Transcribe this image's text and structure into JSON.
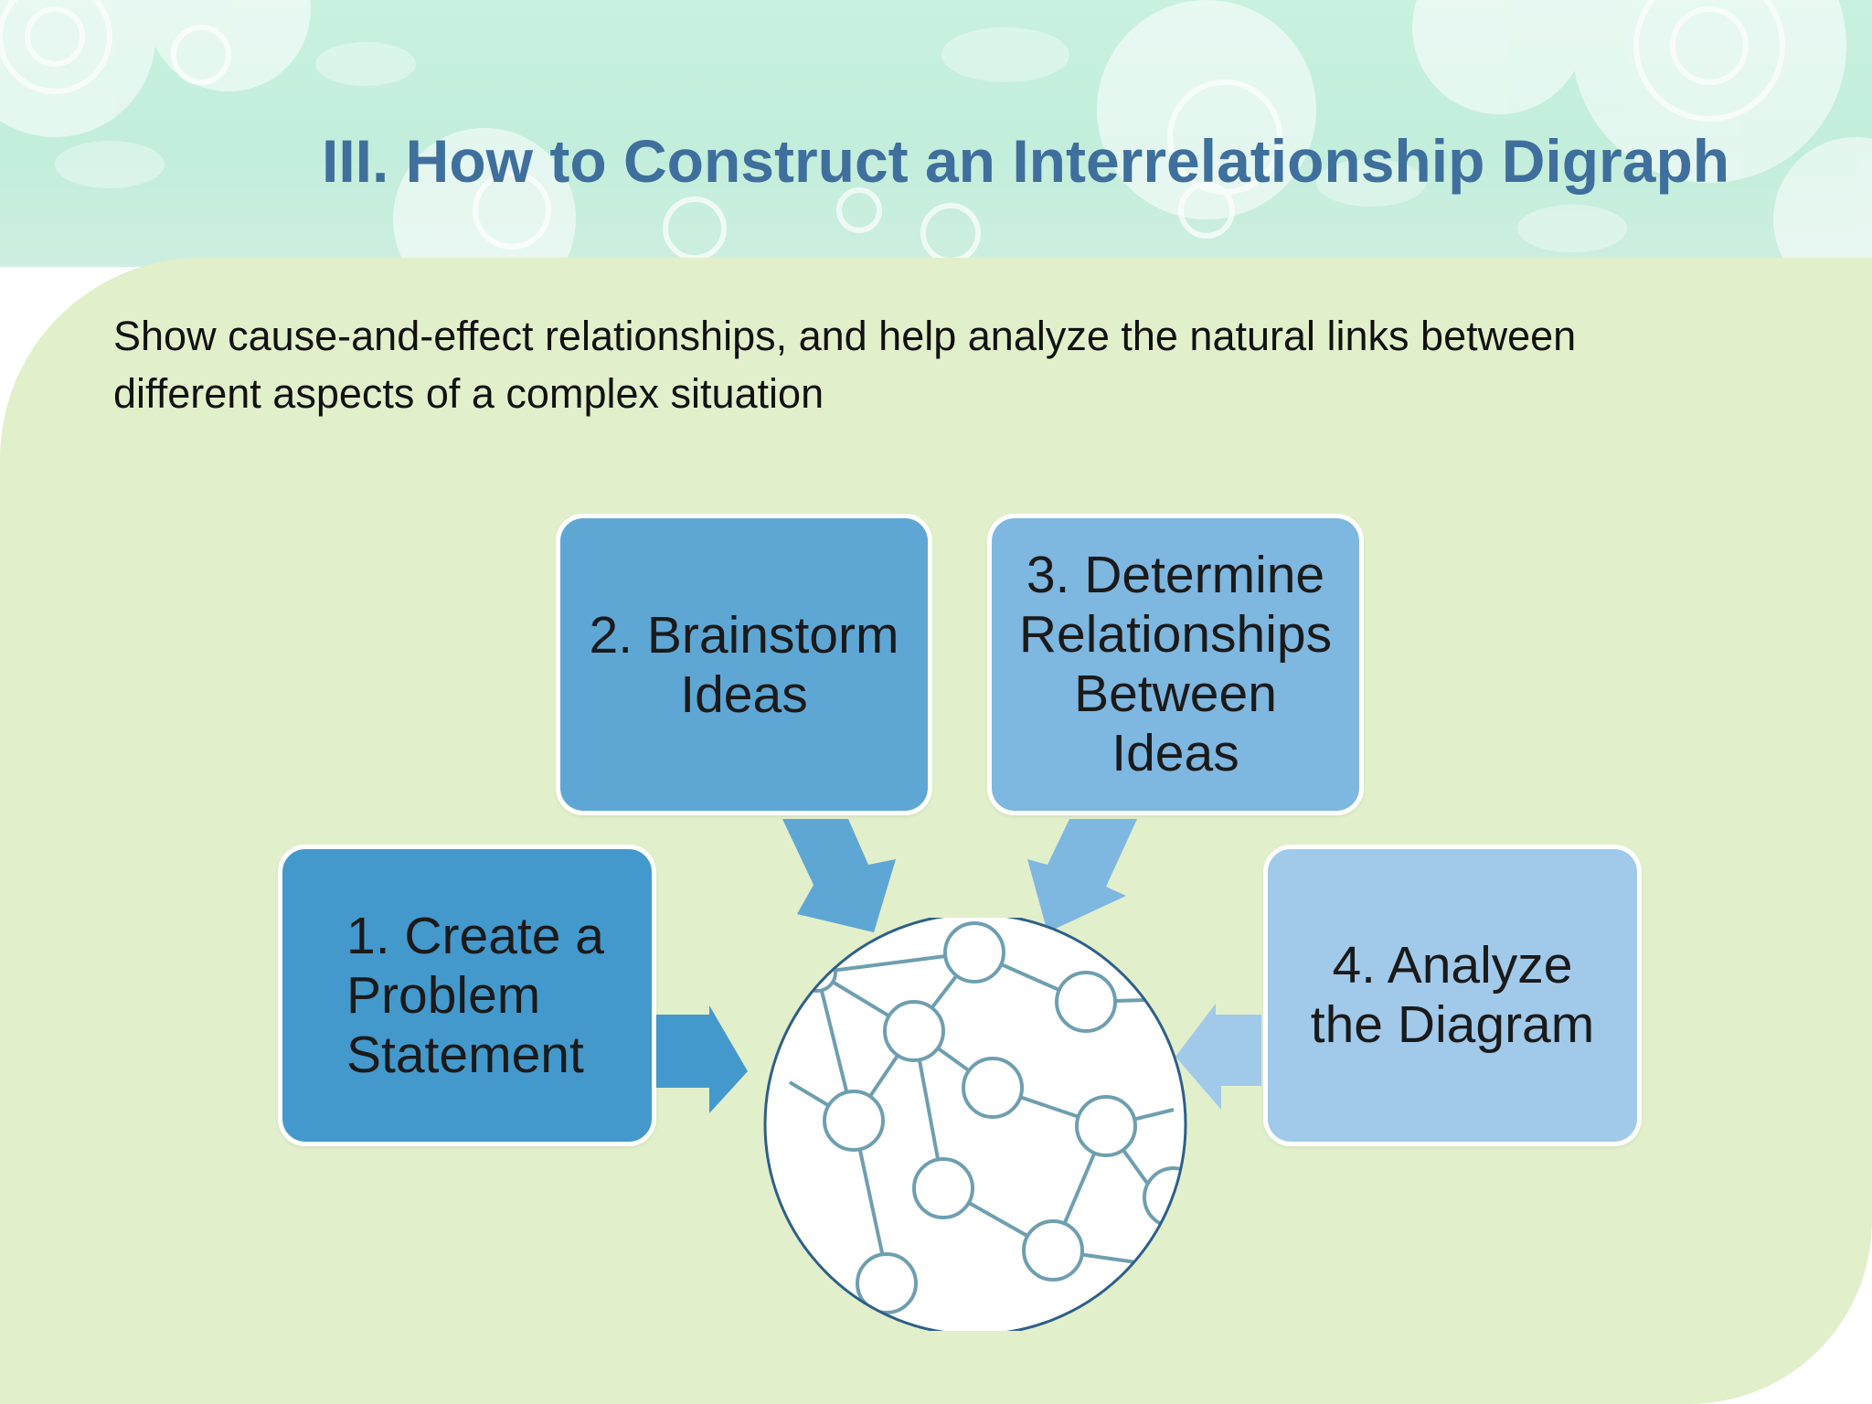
{
  "slide": {
    "title": "III. How to Construct an Interrelationship Digraph",
    "subtitle": "Show cause-and-effect relationships, and help analyze the natural links between different aspects of a complex situation"
  },
  "steps": [
    {
      "label": "1. Create a\nProblem\nStatement",
      "color": "#4399cc"
    },
    {
      "label": "2. Brainstorm\nIdeas",
      "color": "#5ea7d5"
    },
    {
      "label": "3. Determine\nRelationships\nBetween\nIdeas",
      "color": "#7eb7e0"
    },
    {
      "label": "4. Analyze\nthe Diagram",
      "color": "#a1c9ea"
    }
  ],
  "colors": {
    "title": "#3f6f9c",
    "header_background": "#c6efde",
    "content_background": "#e2efcb",
    "network_line": "#6e9fb0"
  },
  "icons": {
    "center": "network-digraph-icon",
    "arrows": "chevron-arrow-icon",
    "decoration": "flower-pattern"
  }
}
